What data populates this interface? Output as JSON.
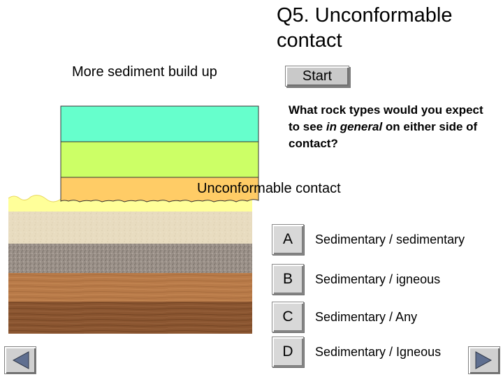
{
  "title": "Q5. Unconformable contact",
  "subtitle": "More sediment build up",
  "start_label": "Start",
  "question": {
    "prefix": "What rock types would you expect to see ",
    "emphasis": "in general",
    "suffix": " on either side of contact?"
  },
  "contact_label": "Unconformable contact",
  "options": [
    {
      "letter": "A",
      "text": "Sedimentary / sedimentary"
    },
    {
      "letter": "B",
      "text": "Sedimentary / igneous"
    },
    {
      "letter": "C",
      "text": "Sedimentary / Any"
    },
    {
      "letter": "D",
      "text": "Sedimentary / Igneous"
    }
  ],
  "colors": {
    "layer_top": "#66ffcc",
    "layer_middle": "#ccff66",
    "layer_bottom": "#ffcc66",
    "soil": "#ffff99",
    "sandstone": "#e8dcc0",
    "gravel": "#9a9088",
    "wood_light": "#b87a48",
    "wood_dark": "#8a5530"
  }
}
